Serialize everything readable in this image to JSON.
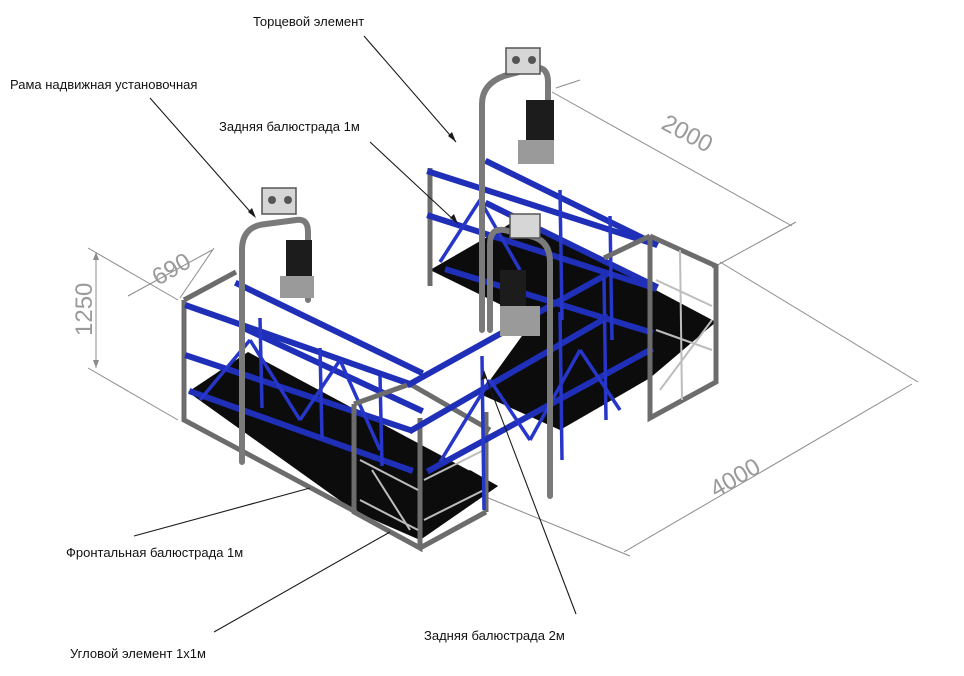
{
  "labels": {
    "end_element": "Торцевой элемент",
    "mounting_frame": "Рама надвижная установочная",
    "rear_railing_1m": "Задняя балюстрада 1м",
    "front_railing_1m": "Фронтальная балюстрада 1м",
    "corner_element": "Угловой элемент 1х1м",
    "rear_railing_2m": "Задняя балюстрада 2м"
  },
  "dimensions": {
    "height": "1250",
    "depth": "690",
    "width_back": "2000",
    "length": "4000"
  },
  "colors": {
    "rail_blue": "#1f2fb8",
    "frame_grey": "#6c6c6c",
    "floor": "#0c0c0c",
    "dim_text": "#9a9a9a"
  }
}
